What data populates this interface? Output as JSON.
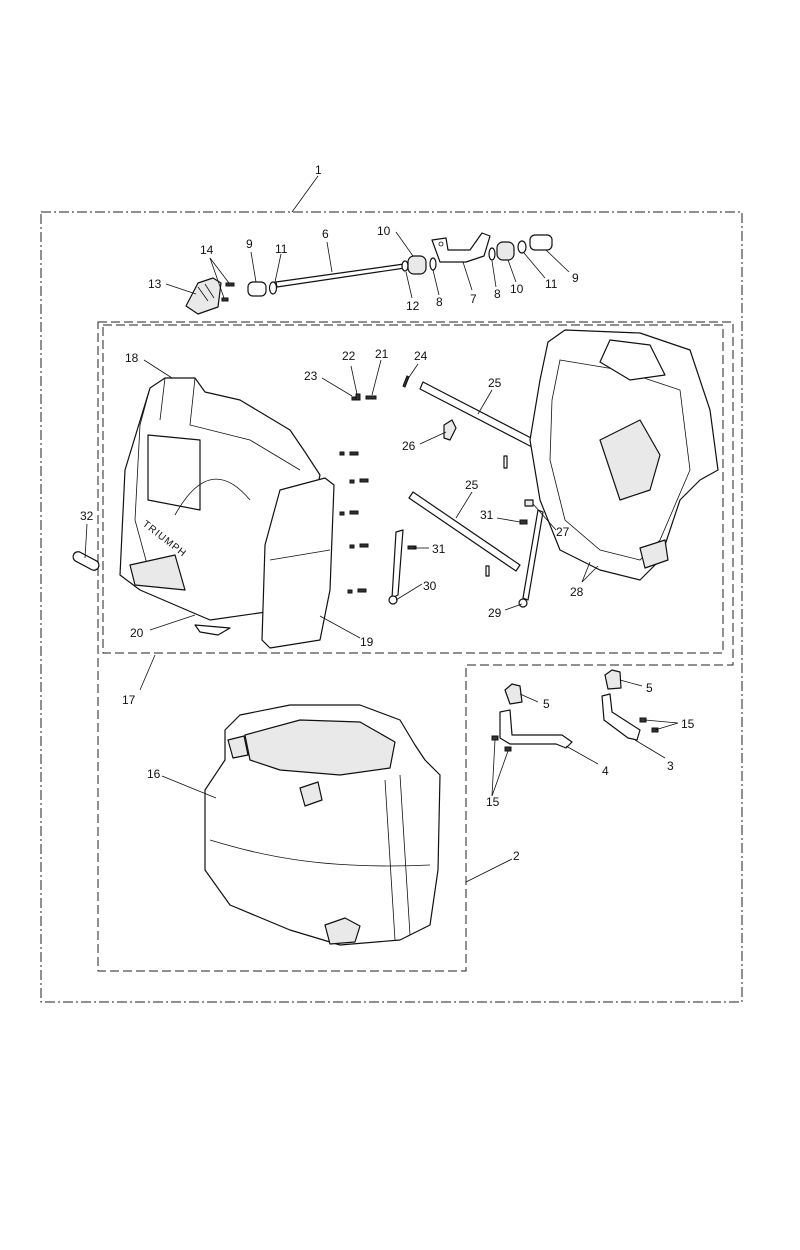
{
  "callouts": [
    {
      "id": "c1",
      "label": "1"
    },
    {
      "id": "c2",
      "label": "2"
    },
    {
      "id": "c3",
      "label": "3"
    },
    {
      "id": "c4",
      "label": "4"
    },
    {
      "id": "c5a",
      "label": "5"
    },
    {
      "id": "c5b",
      "label": "5"
    },
    {
      "id": "c6",
      "label": "6"
    },
    {
      "id": "c7",
      "label": "7"
    },
    {
      "id": "c8a",
      "label": "8"
    },
    {
      "id": "c8b",
      "label": "8"
    },
    {
      "id": "c9a",
      "label": "9"
    },
    {
      "id": "c9b",
      "label": "9"
    },
    {
      "id": "c10a",
      "label": "10"
    },
    {
      "id": "c10b",
      "label": "10"
    },
    {
      "id": "c11a",
      "label": "11"
    },
    {
      "id": "c11b",
      "label": "11"
    },
    {
      "id": "c12",
      "label": "12"
    },
    {
      "id": "c13",
      "label": "13"
    },
    {
      "id": "c14",
      "label": "14"
    },
    {
      "id": "c15a",
      "label": "15"
    },
    {
      "id": "c15b",
      "label": "15"
    },
    {
      "id": "c16",
      "label": "16"
    },
    {
      "id": "c17",
      "label": "17"
    },
    {
      "id": "c18",
      "label": "18"
    },
    {
      "id": "c19",
      "label": "19"
    },
    {
      "id": "c20",
      "label": "20"
    },
    {
      "id": "c21",
      "label": "21"
    },
    {
      "id": "c22",
      "label": "22"
    },
    {
      "id": "c23",
      "label": "23"
    },
    {
      "id": "c24",
      "label": "24"
    },
    {
      "id": "c25a",
      "label": "25"
    },
    {
      "id": "c25b",
      "label": "25"
    },
    {
      "id": "c26",
      "label": "26"
    },
    {
      "id": "c27",
      "label": "27"
    },
    {
      "id": "c28",
      "label": "28"
    },
    {
      "id": "c29",
      "label": "29"
    },
    {
      "id": "c30",
      "label": "30"
    },
    {
      "id": "c31a",
      "label": "31"
    },
    {
      "id": "c31b",
      "label": "31"
    },
    {
      "id": "c32",
      "label": "32"
    }
  ],
  "lid_logo_text": "TRIUMPH"
}
